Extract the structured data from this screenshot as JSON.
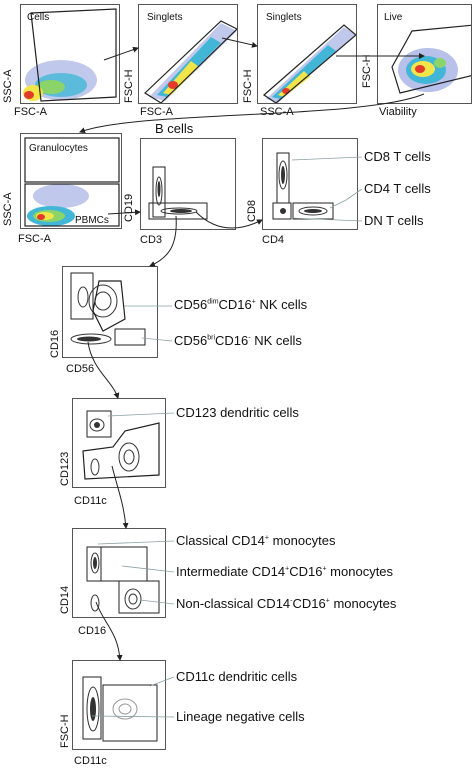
{
  "colors": {
    "density_low": "#4a63c8",
    "density_mid": "#42b6d6",
    "density_high": "#f2e54a",
    "density_peak": "#e23b2a",
    "gate": "#222222",
    "leader_line": "#8aa0a0"
  },
  "row1": {
    "cells": {
      "gate": "Cells",
      "x": "FSC-A",
      "y": "SSC-A"
    },
    "singlets_a": {
      "gate": "Singlets",
      "x": "FSC-A",
      "y": "FSC-H"
    },
    "singlets_b": {
      "gate": "Singlets",
      "x": "SSC-A",
      "y": "FSC-H"
    },
    "live": {
      "gate": "Live",
      "x": "Viability",
      "y": "FSC-H"
    }
  },
  "row2": {
    "granulocytes": {
      "gate_top": "Granulocytes",
      "gate_bottom": "PBMCs",
      "x": "FSC-A",
      "y": "SSC-A"
    },
    "bcells": {
      "title": "B cells",
      "x": "CD3",
      "y": "CD19"
    },
    "tcells": {
      "x": "CD4",
      "y": "CD8"
    },
    "labels": {
      "cd8": "CD8 T cells",
      "cd4": "CD4 T cells",
      "dn": "DN T cells"
    }
  },
  "nk": {
    "x": "CD56",
    "y": "CD16",
    "dim": {
      "pre": "CD56",
      "sup1": "dim",
      "mid": "CD16",
      "sup2": "+",
      "post": " NK cells"
    },
    "bri": {
      "pre": "CD56",
      "sup1": "bri",
      "mid": "CD16",
      "sup2": "-",
      "post": " NK cells"
    }
  },
  "dc123": {
    "x": "CD11c",
    "y": "CD123",
    "label": "CD123 dendritic cells"
  },
  "mono": {
    "x": "CD16",
    "y": "CD14",
    "classical": {
      "pre": "Classical CD14",
      "sup": "+",
      "post": " monocytes"
    },
    "intermediate": {
      "pre": "Intermediate CD14",
      "sup1": "+",
      "mid": "CD16",
      "sup2": "+",
      "post": " monocytes"
    },
    "nonclassical": {
      "pre": "Non-classical CD14",
      "sup1": "-",
      "mid": "CD16",
      "sup2": "+",
      "post": " monocytes"
    }
  },
  "final": {
    "x": "CD11c",
    "y": "FSC-H",
    "cd11c_label": "CD11c dendritic cells",
    "lin_label": "Lineage negative cells"
  }
}
